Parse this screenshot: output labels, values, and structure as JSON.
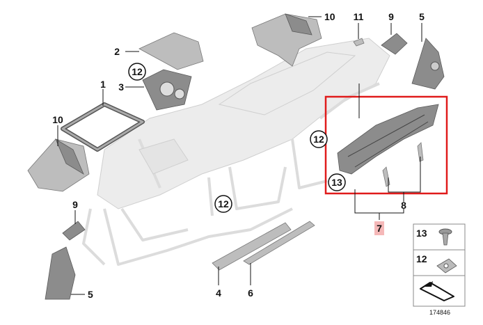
{
  "diagram": {
    "callouts": {
      "c1": "1",
      "c2": "2",
      "c3": "3",
      "c4": "4",
      "c5a": "5",
      "c5b": "5",
      "c6": "6",
      "c7": "7",
      "c8": "8",
      "c9a": "9",
      "c9b": "9",
      "c10a": "10",
      "c10b": "10",
      "c11": "11",
      "c12a": "12",
      "c12b": "12",
      "c12c": "12",
      "c13": "13"
    },
    "legend": {
      "screw": "13",
      "clip": "12"
    },
    "drawing_number": "174846",
    "highlight_color": "#e01b1b",
    "label_highlight_color": "#f5b8b8"
  }
}
